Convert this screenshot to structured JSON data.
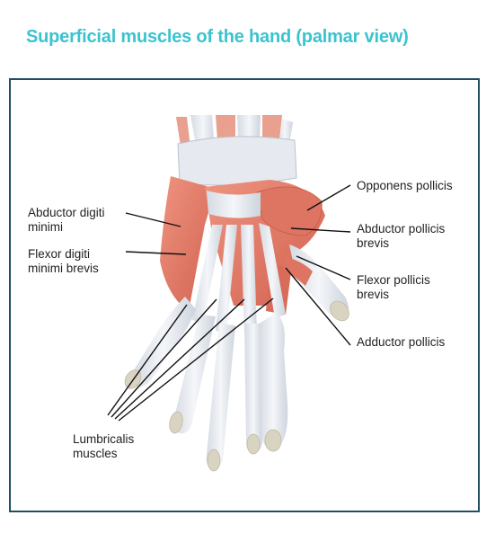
{
  "title": "Superficial muscles of the hand (palmar view)",
  "colors": {
    "title": "#3BC3CF",
    "frame": "#1f4f60",
    "muscle": "#E07A68",
    "tendon": "#E8ECF1",
    "bone": "#D9D3C2"
  },
  "labels": {
    "abductor_digiti_minimi": "Abductor digiti\nminimi",
    "flexor_digiti_minimi_brevis": "Flexor digiti\nminimi brevis",
    "lumbricalis_muscles": "Lumbricalis\nmuscles",
    "opponens_pollicis": "Opponens pollicis",
    "abductor_pollicis_brevis": "Abductor pollicis\nbrevis",
    "flexor_pollicis_brevis": "Flexor pollicis\nbrevis",
    "adductor_pollicis": "Adductor pollicis"
  }
}
